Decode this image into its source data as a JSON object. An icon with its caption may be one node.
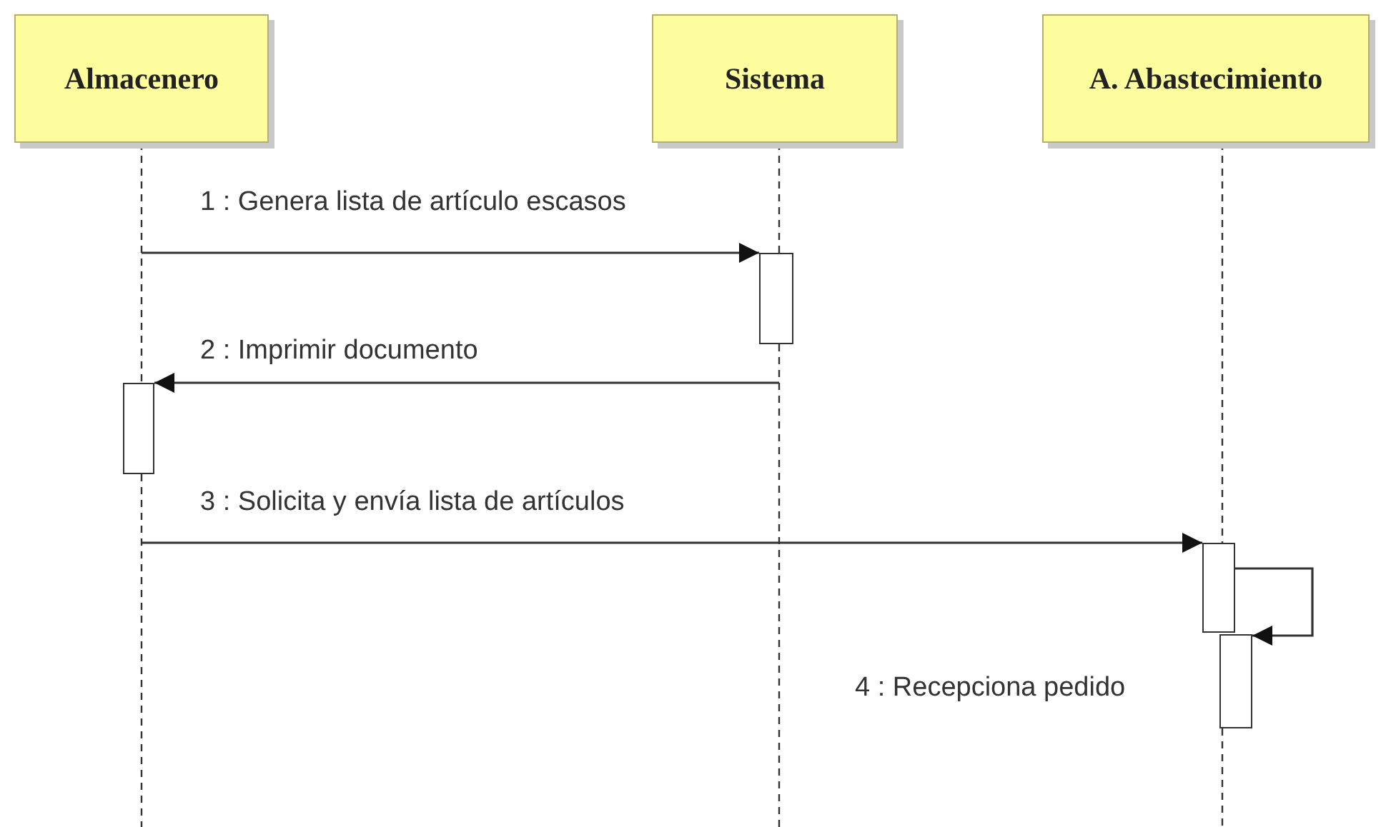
{
  "diagram": {
    "nodes": [
      {
        "text": [
          "Almacenero"
        ]
      },
      {
        "text": [
          "Sistema"
        ]
      },
      {
        "text": [
          "A. Abastecimiento"
        ]
      },
      {
        "text": [],
        "shape": "bar"
      },
      {
        "text": [],
        "shape": "bar"
      },
      {
        "text": [],
        "shape": "bar"
      },
      {
        "text": [],
        "shape": "bar"
      }
    ],
    "edges": [
      {
        "from": null,
        "to": 3,
        "arrow": "to",
        "label": "1 : Genera lista de artículo escasos"
      },
      {
        "from": null,
        "to": 4,
        "arrow": "to",
        "label": "2 : Imprimir documento"
      },
      {
        "from": null,
        "to": 5,
        "arrow": "to",
        "label": "3 : Solicita y envía lista de artículos"
      },
      {
        "from": 5,
        "to": 6,
        "arrow": "to",
        "label": "4 : Recepciona pedido"
      },
      {
        "from": 0,
        "to": 4,
        "arrow": "none",
        "style": "dashed"
      },
      {
        "from": 4,
        "to": null,
        "arrow": "none",
        "style": "dashed"
      },
      {
        "from": 1,
        "to": 3,
        "arrow": "none",
        "style": "dashed"
      },
      {
        "from": 3,
        "to": null,
        "arrow": "none",
        "style": "dashed"
      },
      {
        "from": 2,
        "to": 5,
        "arrow": "none",
        "style": "dashed"
      },
      {
        "from": 6,
        "to": null,
        "arrow": "none",
        "style": "dashed"
      }
    ]
  }
}
